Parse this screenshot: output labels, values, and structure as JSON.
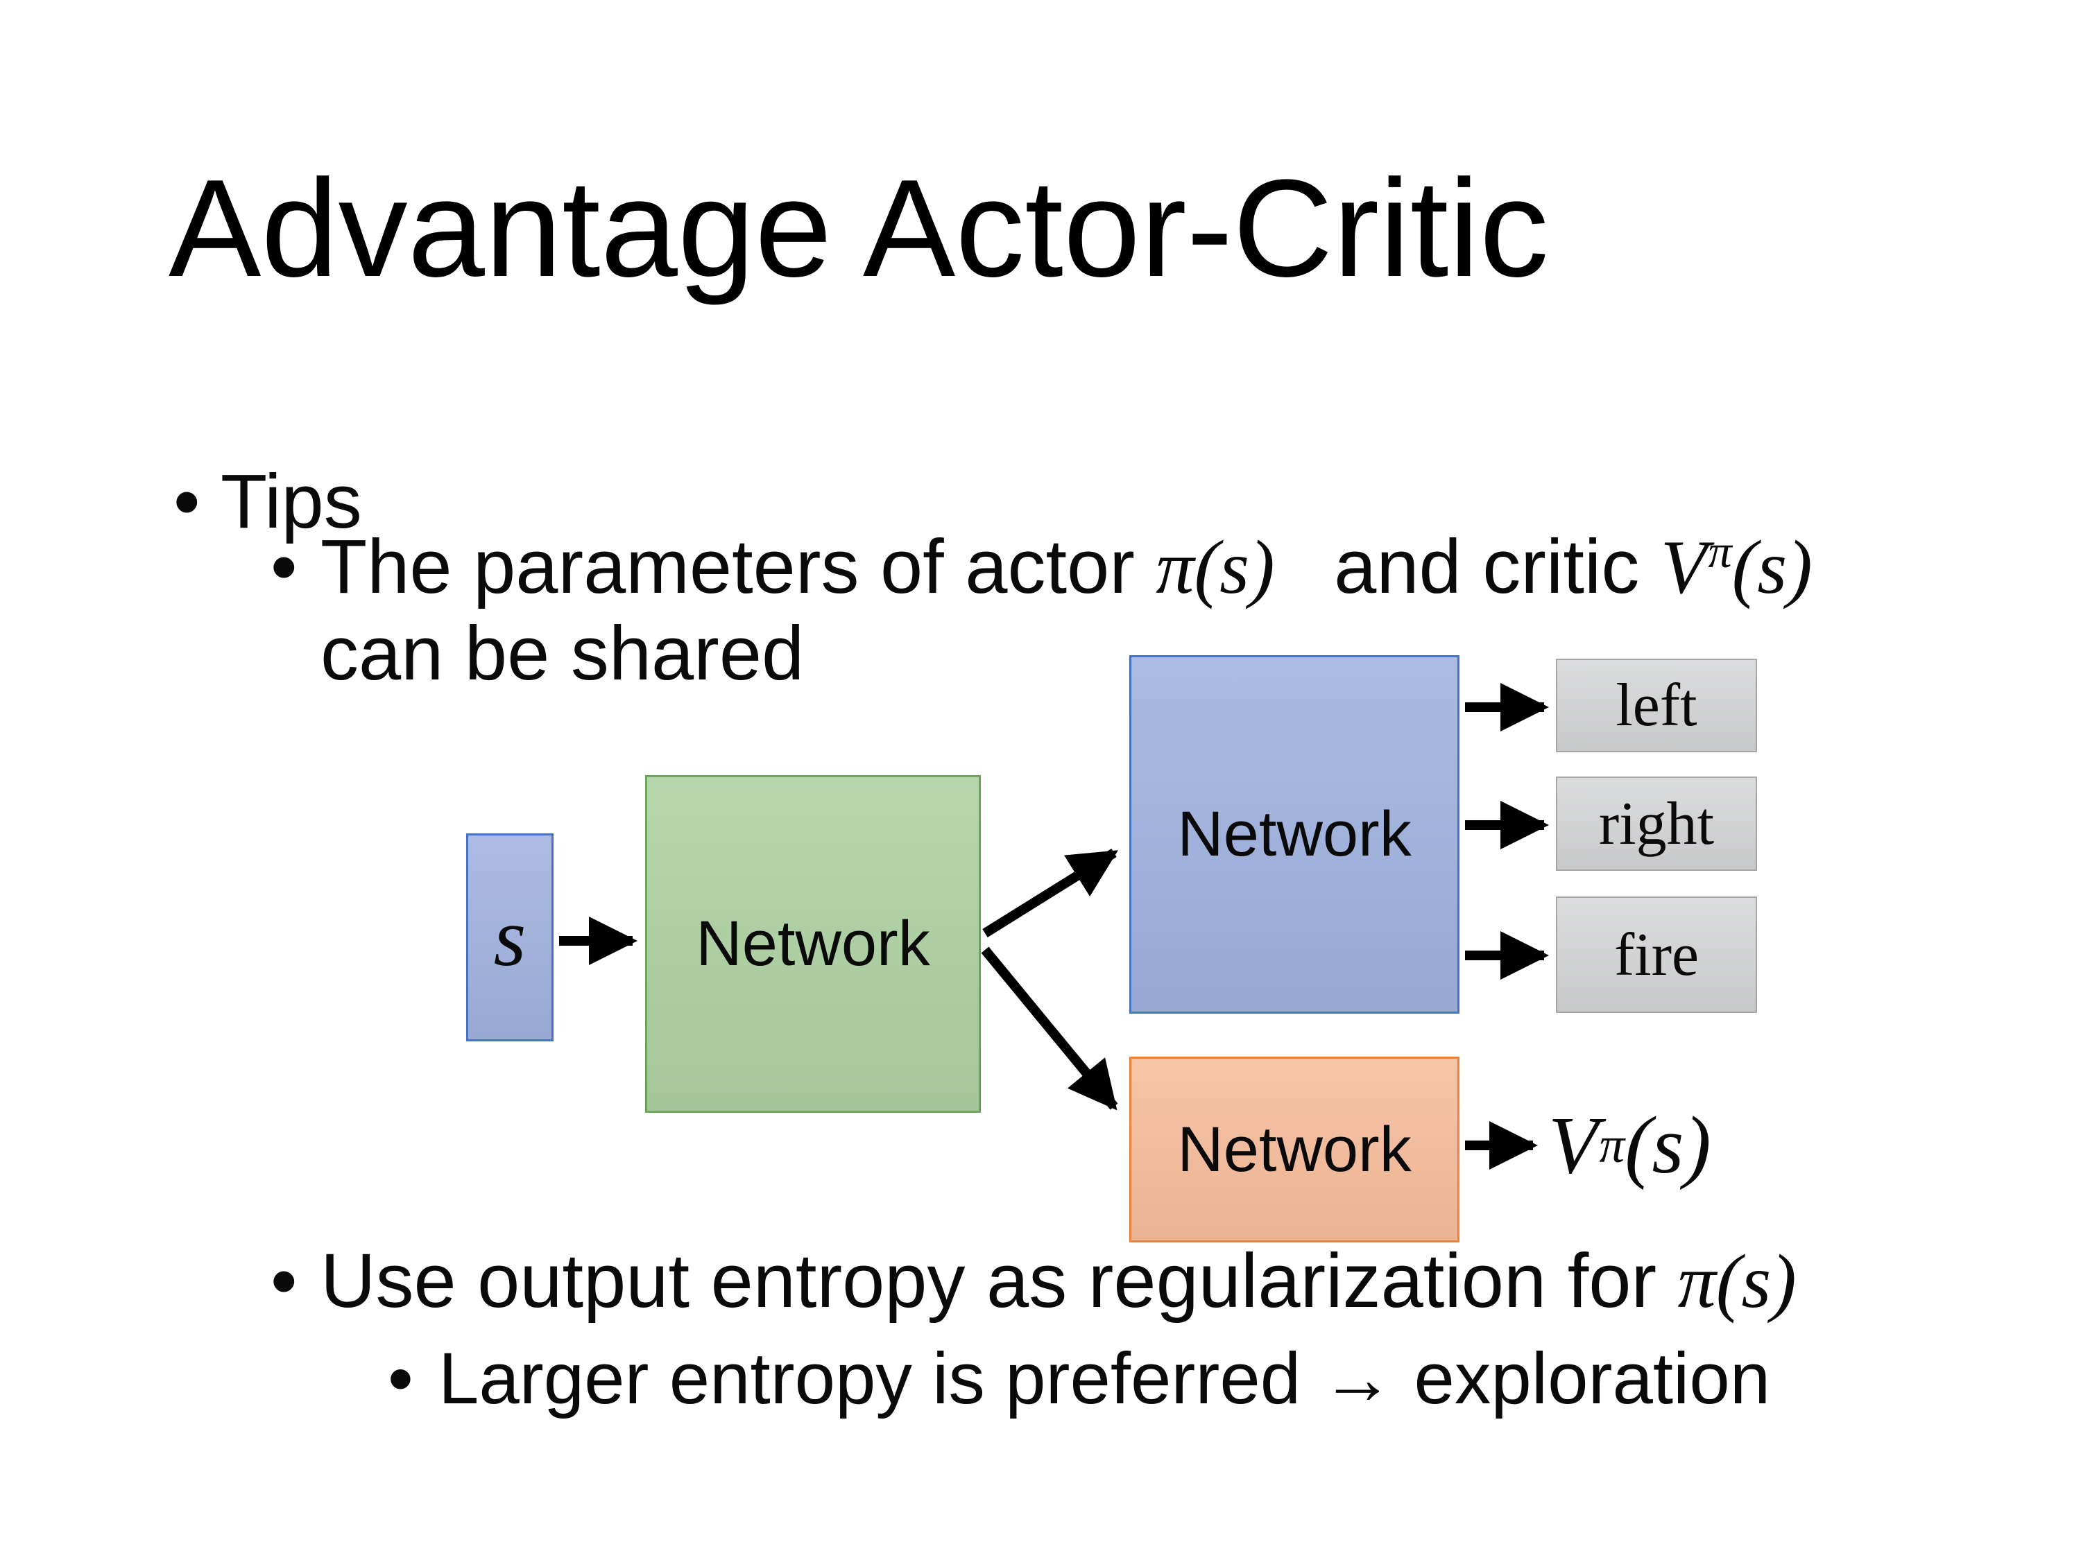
{
  "slide": {
    "title": "Advantage Actor-Critic"
  },
  "bullets": {
    "marker": "•",
    "tips": "Tips",
    "shared_line1": {
      "pre": "The parameters of actor ",
      "actor_math": "π(s)",
      "mid": " and critic ",
      "v": "V",
      "v_sup": "π",
      "v_args": "(s)"
    },
    "shared_line2": "can be shared",
    "entropy": {
      "pre": "Use output entropy as regularization for ",
      "math": "π(s)"
    },
    "exploration": {
      "pre": "Larger entropy is preferred ",
      "arrow": "→",
      "post": " exploration"
    }
  },
  "diagram": {
    "state_label": "s",
    "shared_network": "Network",
    "actor_network": "Network",
    "critic_network": "Network",
    "actions": [
      "left",
      "right",
      "fire"
    ],
    "value_v": "V",
    "value_sup": "π",
    "value_args": "(s)",
    "colors": {
      "state_fill": "#a0b2df",
      "state_border": "#4472c4",
      "shared_fill": "#add1a2",
      "shared_border": "#6ca65a",
      "actor_fill": "#9fb2df",
      "actor_border": "#4472c4",
      "critic_fill": "#f7bd9b",
      "critic_border": "#ec8239",
      "action_fill": "#d3d4d5",
      "action_fill_top": "#dcddde",
      "action_fill_bottom": "#c8c9ca",
      "action_border": "#a6a6a6",
      "arrow": "#000000"
    }
  }
}
